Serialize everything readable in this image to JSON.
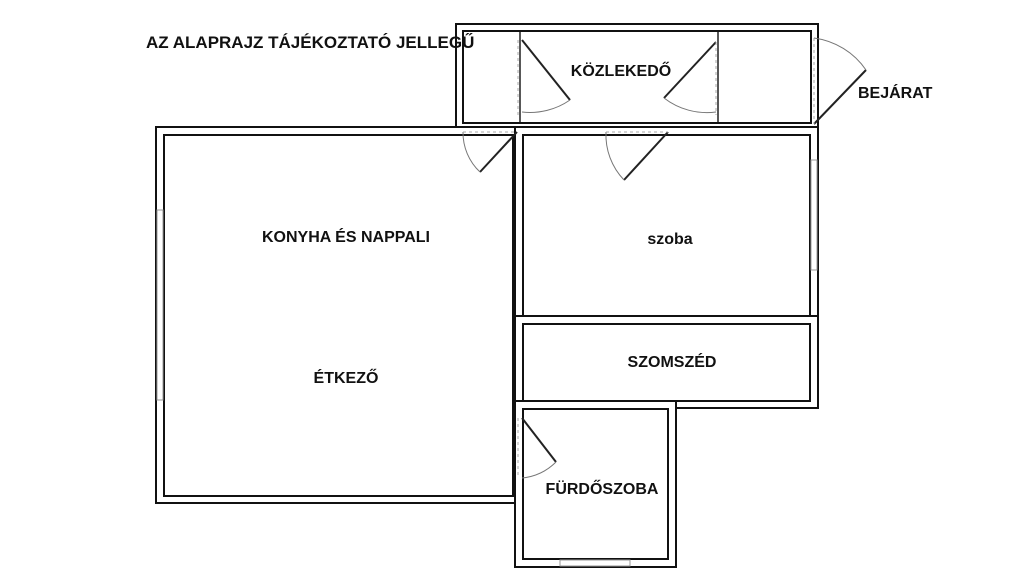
{
  "note": "AZ ALAPRAJZ TÁJÉKOZTATÓ JELLEGŰ",
  "rooms": {
    "corridor": "KÖZLEKEDŐ",
    "entrance": "BEJÁRAT",
    "kitchen_living": "KONYHA ÉS NAPPALI",
    "dining": "ÉTKEZŐ",
    "room": "szoba",
    "neighbour": "SZOMSZÉD",
    "bathroom": "FÜRDŐSZOBA"
  },
  "colors": {
    "wall": "#111111",
    "background": "#ffffff"
  }
}
